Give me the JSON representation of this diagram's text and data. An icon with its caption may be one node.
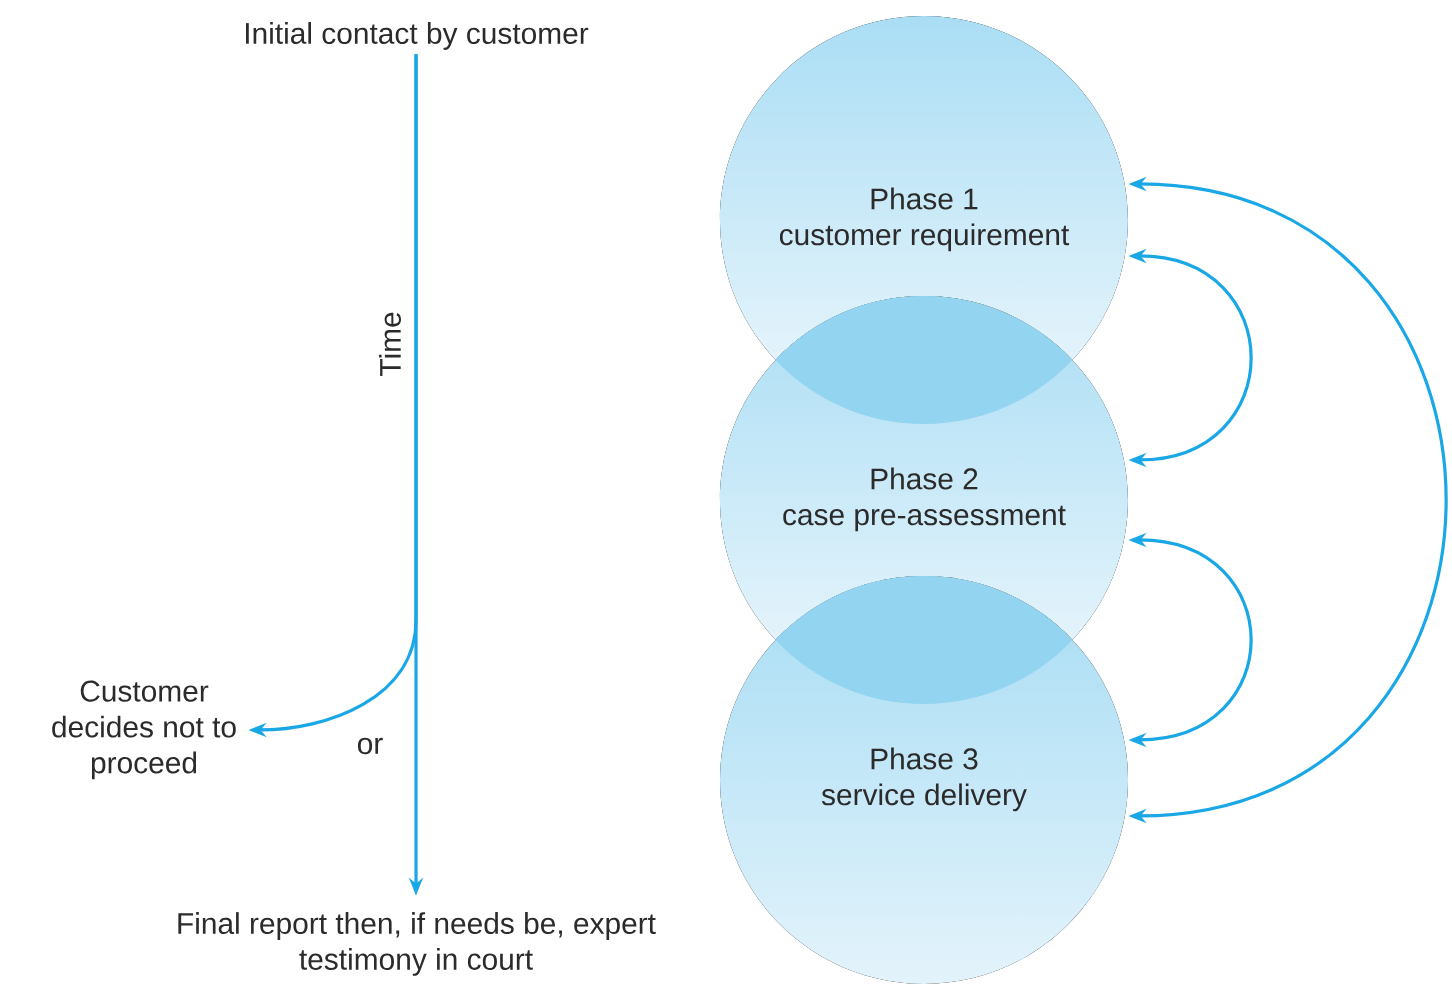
{
  "diagram": {
    "nodes": [
      {
        "text": [
          "Initial contact by customer"
        ]
      },
      {
        "text": [
          "Customer decides not to proceed"
        ]
      },
      {
        "text": [
          "Final report then, if needs be, expert testimony in court"
        ]
      },
      {
        "text": [
          "Phase 1",
          "customer requirement"
        ]
      },
      {
        "text": [
          "Phase 2",
          "case pre-assessment"
        ]
      },
      {
        "text": [
          "Phase 3",
          "service delivery"
        ]
      }
    ],
    "edges": [
      {
        "from": 0,
        "to": 2,
        "arrow": "to",
        "label": "Time"
      },
      {
        "from": 0,
        "to": 1,
        "arrow": "to",
        "label": "or"
      },
      {
        "from": 3,
        "to": 4,
        "arrow": "both"
      },
      {
        "from": 4,
        "to": 5,
        "arrow": "both"
      },
      {
        "from": 3,
        "to": 5,
        "arrow": "both"
      }
    ]
  }
}
